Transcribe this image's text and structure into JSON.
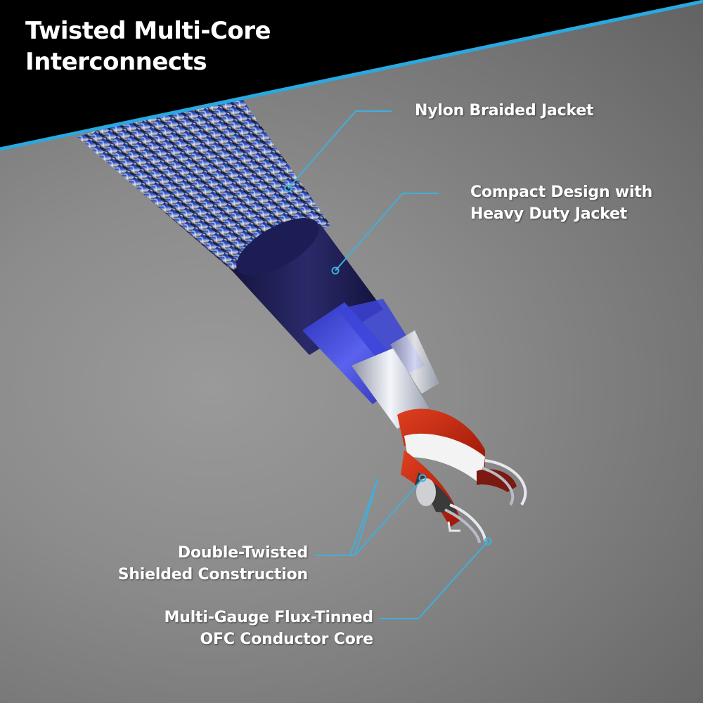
{
  "header": {
    "title_line1": "Twisted Multi-Core",
    "title_line2": "Interconnects",
    "band_color": "#000000",
    "accent_line_color": "#29a9e0"
  },
  "callouts": [
    {
      "id": "nylon-braided-jacket",
      "lines": [
        "Nylon Braided Jacket"
      ]
    },
    {
      "id": "compact-design",
      "lines": [
        "Compact Design with",
        "Heavy Duty Jacket"
      ]
    },
    {
      "id": "double-twisted",
      "lines": [
        "Double-Twisted",
        "Shielded Construction"
      ]
    },
    {
      "id": "multi-gauge-core",
      "lines": [
        "Multi-Gauge Flux-Tinned",
        "OFC Conductor Core"
      ]
    }
  ],
  "colors": {
    "background": "#8a8a8a",
    "leader_line": "#3fb0dc",
    "braid_blue": "#2a4bbf",
    "jacket_navy": "#1e1e5a",
    "shield_blue": "#3a3fd0",
    "conductor_red": "#c8250f",
    "conductor_white": "#f2f2f2",
    "strand_silver": "#d8dbe2"
  }
}
